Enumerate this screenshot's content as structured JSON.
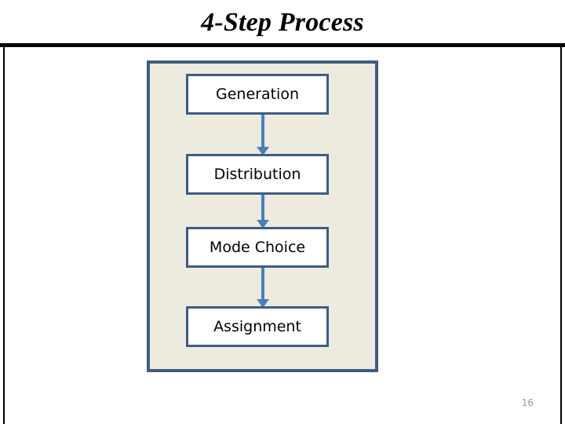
{
  "slide": {
    "title": "4-Step Process",
    "page_number": "16",
    "colors": {
      "container_border": "#3F5C82",
      "container_background": "#EDEAE0",
      "box_border": "#3F5C82",
      "box_background": "#FFFFFF",
      "arrow": "#4A7EBB",
      "rule": "#000000",
      "page_number_text": "#9A9A9A"
    }
  },
  "diagram": {
    "type": "flowchart",
    "orientation": "vertical",
    "steps": [
      {
        "index": 1,
        "label": "Generation"
      },
      {
        "index": 2,
        "label": "Distribution"
      },
      {
        "index": 3,
        "label": "Mode Choice"
      },
      {
        "index": 4,
        "label": "Assignment"
      }
    ],
    "connectors": [
      {
        "from": "Generation",
        "to": "Distribution",
        "icon": "down-arrow-icon"
      },
      {
        "from": "Distribution",
        "to": "Mode Choice",
        "icon": "down-arrow-icon"
      },
      {
        "from": "Mode Choice",
        "to": "Assignment",
        "icon": "down-arrow-icon"
      }
    ]
  }
}
